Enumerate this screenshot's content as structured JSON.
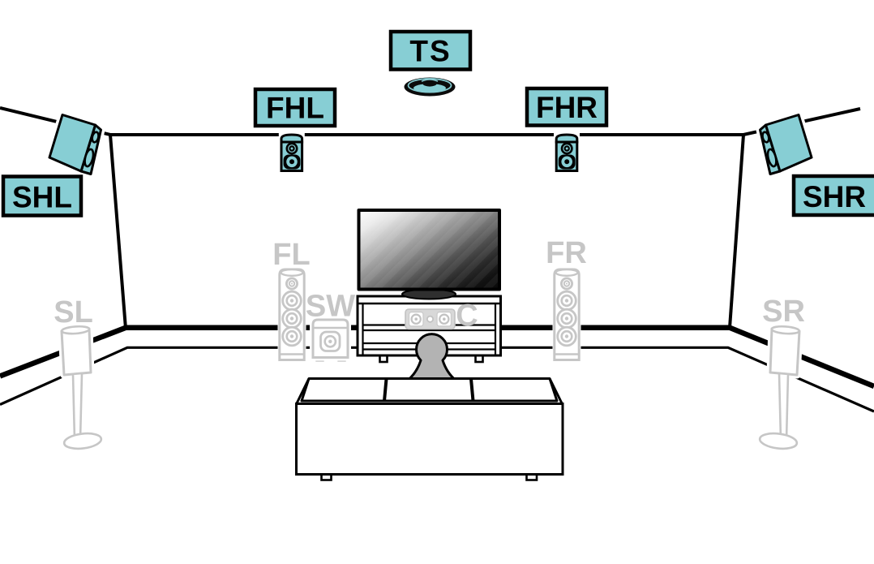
{
  "diagram": {
    "name": "surround-speaker-layout-diagram",
    "colors": {
      "active_fill": "#87CED4",
      "active_border": "#000000",
      "inactive": "#C6C6C6",
      "line": "#000000",
      "background": "#FFFFFF",
      "person_fill": "#B3B3B3"
    },
    "active_labels": {
      "ts": {
        "text": "TS"
      },
      "fhl": {
        "text": "FHL"
      },
      "fhr": {
        "text": "FHR"
      },
      "shl": {
        "text": "SHL"
      },
      "shr": {
        "text": "SHR"
      }
    },
    "inactive_labels": {
      "fl": {
        "text": "FL"
      },
      "fr": {
        "text": "FR"
      },
      "sw": {
        "text": "SW"
      },
      "c": {
        "text": "C"
      },
      "sl": {
        "text": "SL"
      },
      "sr": {
        "text": "SR"
      }
    }
  }
}
